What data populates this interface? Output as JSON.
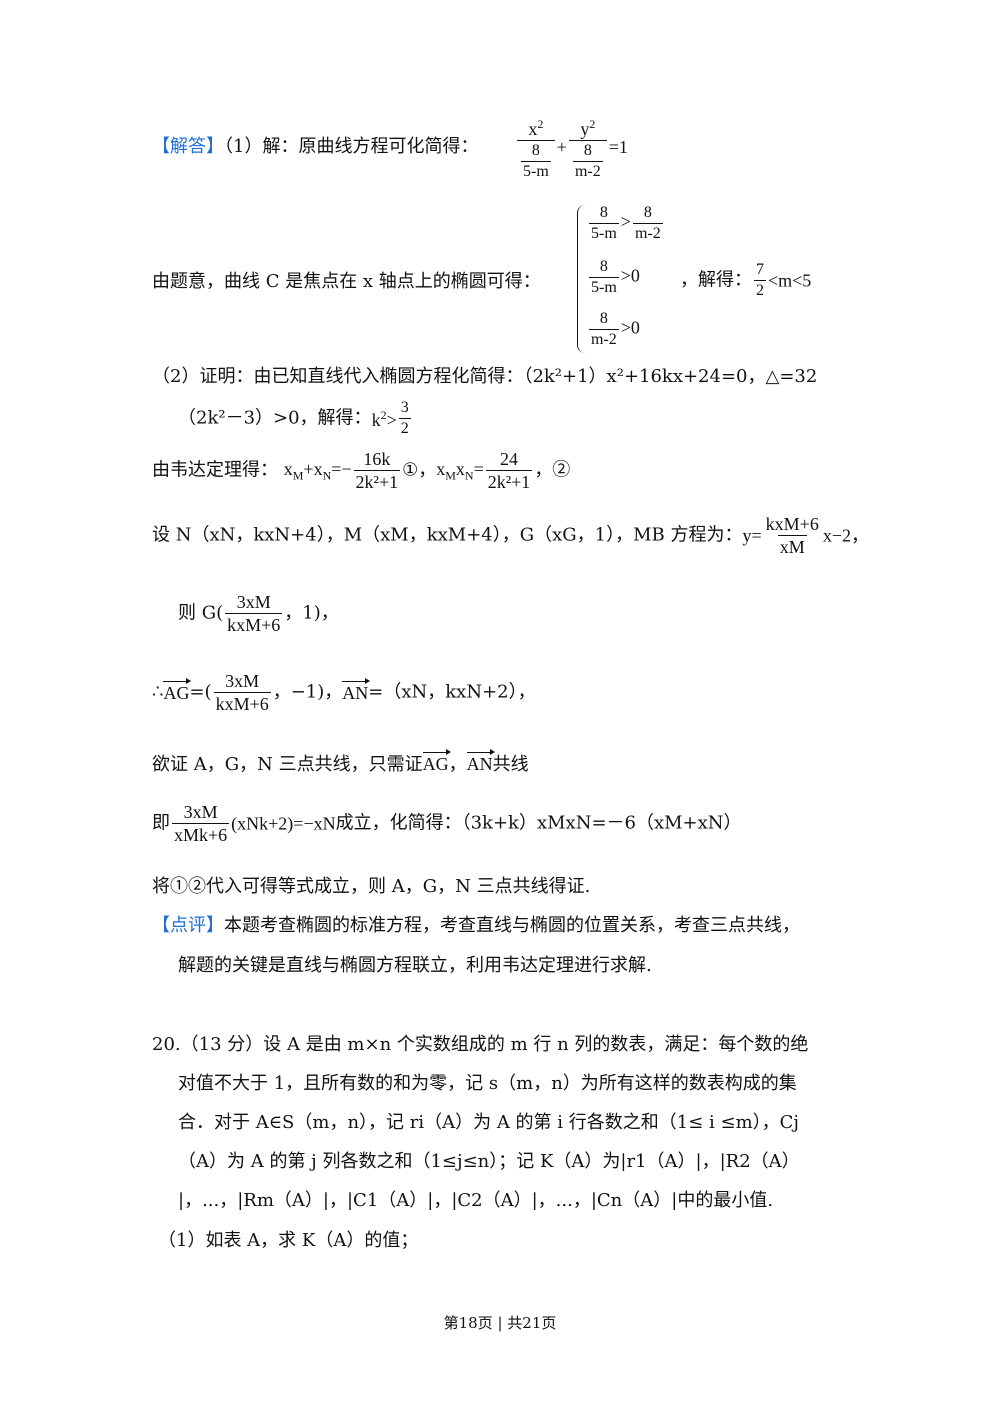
{
  "s1": {
    "tag": "【解答】",
    "text": "（1）解：原曲线方程可化简得：",
    "x2": "x",
    "sup2": "2",
    "plus": "+",
    "y2": "y",
    "eq1": "=1",
    "eight": "8",
    "den1": "5-m",
    "den2": "m-2"
  },
  "s2": {
    "text": "由题意，曲线 C 是焦点在 x 轴点上的椭圆可得：",
    "eight": "8",
    "d1": "5-m",
    "d2": "m-2",
    "gt": ">",
    "gt0": ">0",
    "solve": "，解得：",
    "seven": "7",
    "two": "2",
    "m5": "<m<5"
  },
  "s3": {
    "line1": "（2）证明：由已知直线代入椭圆方程化简得：（2k²+1）x²+16kx+24=0，△=32",
    "line2": "（2k²－3）>0，解得：",
    "k2": "k",
    "sup": "2",
    "gt": ">",
    "three": "3",
    "two": "2"
  },
  "s4": {
    "text": "由韦达定理得：",
    "xm": "x",
    "m": "M",
    "n": "N",
    "plus": "+",
    "eqm": "=−",
    "num1": "16k",
    "den1": "2k²+1",
    "c1": "①，",
    "eq": "=",
    "num2": "24",
    "den2": "2k²+1",
    "c2": "，②"
  },
  "s5": {
    "text": "设 N（xN，kxN+4），M（xM，kxM+4），G（xG，1），MB 方程为：",
    "y": "y=",
    "num": "kxM+6",
    "den": "xM",
    "tail": "x−2，"
  },
  "s6": {
    "pre": "则 G(",
    "num": "3xM",
    "den": "kxM+6",
    "tail": "，1)，"
  },
  "s7": {
    "pre": "∴",
    "ag": "AG",
    "eq": "=(",
    "num": "3xM",
    "den": "kxM+6",
    "tail": "，−1)，",
    "an": "AN",
    "tail2": "=（xN，kxN+2），"
  },
  "s8": {
    "text": "欲证 A，G，N 三点共线，只需证",
    "ag": "AG",
    "comma": "，",
    "an": "AN",
    "tail": "共线"
  },
  "s9": {
    "pre": "即",
    "num": "3xM",
    "den": "xMk+6",
    "mid": "(xNk+2)=−xN",
    "tail": "成立，化简得：（3k+k）xMxN=－6（xM+xN）"
  },
  "s10": {
    "text": "将①②代入可得等式成立，则 A，G，N 三点共线得证."
  },
  "s11": {
    "tag": "【点评】",
    "line1": "本题考查椭圆的标准方程，考查直线与椭圆的位置关系，考查三点共线，",
    "line2": "解题的关键是直线与椭圆方程联立，利用韦达定理进行求解."
  },
  "q20": {
    "line1": "20.（13 分）设 A 是由 m×n 个实数组成的 m 行 n 列的数表，满足：每个数的绝",
    "line2": "对值不大于 1，且所有数的和为零，记 s（m，n）为所有这样的数表构成的集",
    "line3": "合．对于 A∈S（m，n），记 ri（A）为 A 的第 i 行各数之和（1≤ i ≤m），Cj",
    "line4": "（A）为 A 的第 j 列各数之和（1≤j≤n）；记 K（A）为|r1（A）|，|R2（A）",
    "line5": "|，...，|Rm（A）|，|C1（A）|，|C2（A）|，...，|Cn（A）|中的最小值.",
    "line6": "（1）如表 A，求 K（A）的值；"
  },
  "footer": "第18页 | 共21页"
}
